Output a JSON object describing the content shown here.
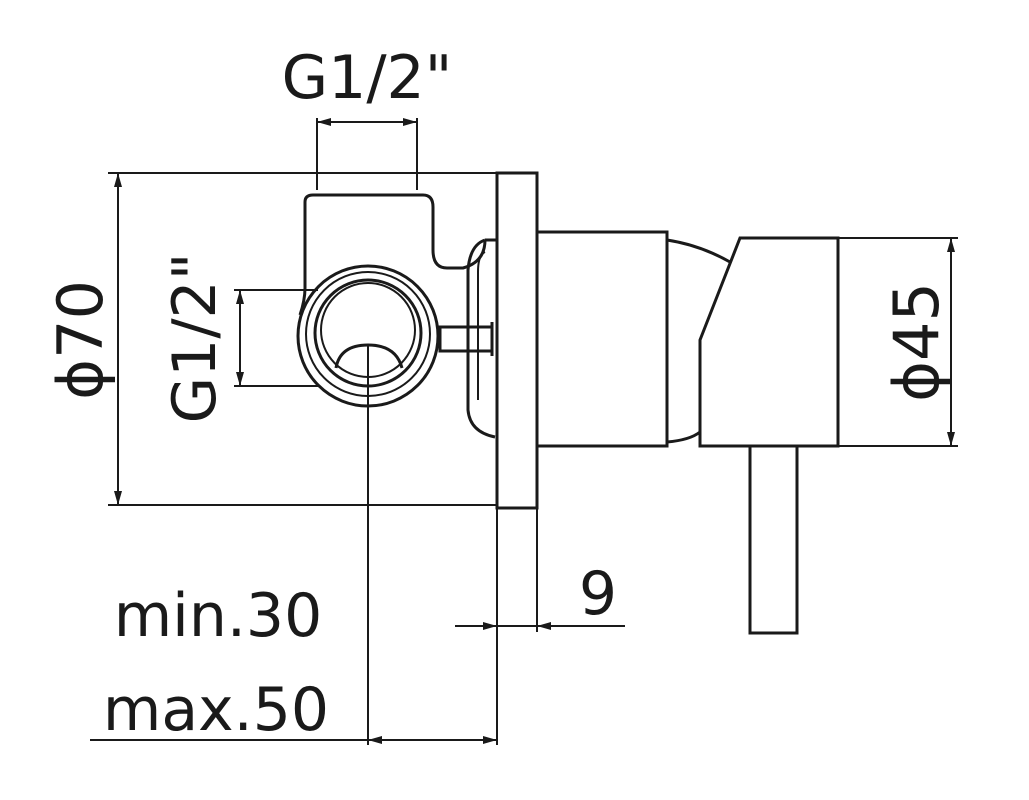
{
  "labels": {
    "top_thread": "G1/2\"",
    "side_thread": "G1/2\"",
    "body_diameter": "ϕ70",
    "handle_diameter": "ϕ45",
    "plate_thickness": "9",
    "depth_min": "min.30",
    "depth_max": "max.50"
  },
  "colors": {
    "line": "#1a1a1a",
    "background": "#ffffff"
  }
}
